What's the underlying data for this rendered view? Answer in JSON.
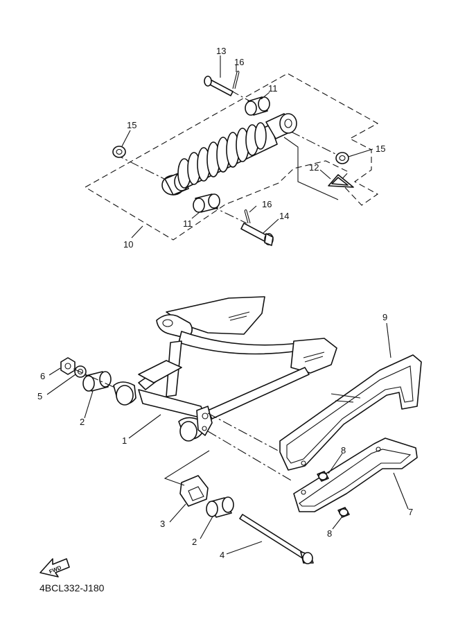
{
  "diagram": {
    "callouts": {
      "c1": "1",
      "c2a": "2",
      "c2b": "2",
      "c3": "3",
      "c4": "4",
      "c5": "5",
      "c6": "6",
      "c7": "7",
      "c8a": "8",
      "c8b": "8",
      "c9": "9",
      "c10": "10",
      "c11a": "11",
      "c11b": "11",
      "c12": "12",
      "c13": "13",
      "c14": "14",
      "c15a": "15",
      "c15b": "15",
      "c16a": "16",
      "c16b": "16"
    },
    "fwd_label": "FWD",
    "figure_code": "4BCL332-J180"
  }
}
